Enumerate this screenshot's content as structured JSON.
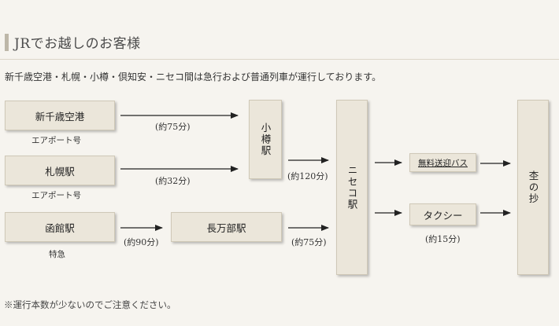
{
  "section_title": "JRでお越しのお客様",
  "intro": "新千歳空港・札幌・小樽・倶知安・ニセコ間は急行および普通列車が運行しております。",
  "stations": {
    "shinchitose": "新千歳空港",
    "sapporo": "札幌駅",
    "hakodate": "函館駅",
    "otaru": "小樽駅",
    "oshamambe": "長万部駅",
    "niseko": "ニセコ駅",
    "shuttle_bus": "無料送迎バス",
    "taxi": "タクシー",
    "ryokan": "杢の抄"
  },
  "train_types": {
    "shinchitose": "エアポート号",
    "sapporo": "エアポート号",
    "hakodate": "特急"
  },
  "durations": {
    "shinchitose_otaru": "(約75分)",
    "sapporo_otaru": "(約32分)",
    "hakodate_oshamambe": "(約90分)",
    "otaru_niseko": "(約120分)",
    "oshamambe_niseko": "(約75分)",
    "taxi": "(約15分)"
  },
  "footnote": "※運行本数が少ないのでご注意ください。",
  "colors": {
    "box_fill": "#ebe6da",
    "arrow": "#222222",
    "background": "#f6f4ef"
  }
}
